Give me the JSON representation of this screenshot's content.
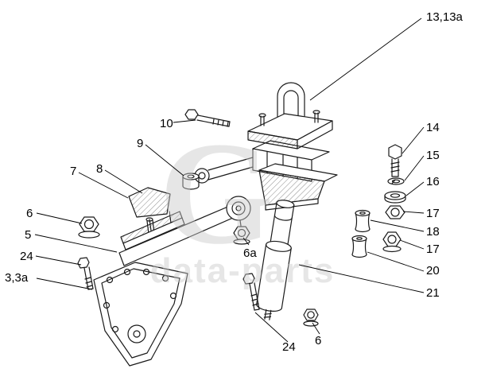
{
  "diagram": {
    "watermark": {
      "symbol": "G",
      "text": "data-parts"
    },
    "callouts": {
      "c13_13a": "13,13a",
      "c10": "10",
      "c9": "9",
      "c7": "7",
      "c8": "8",
      "c6_left": "6",
      "c5": "5",
      "c24_left": "24",
      "c3_3a": "3,3a",
      "c6a": "6a",
      "c14": "14",
      "c15": "15",
      "c16": "16",
      "c17_upper": "17",
      "c18": "18",
      "c17_lower": "17",
      "c20": "20",
      "c21": "21",
      "c24_bottom": "24",
      "c6_bottom": "6"
    }
  }
}
